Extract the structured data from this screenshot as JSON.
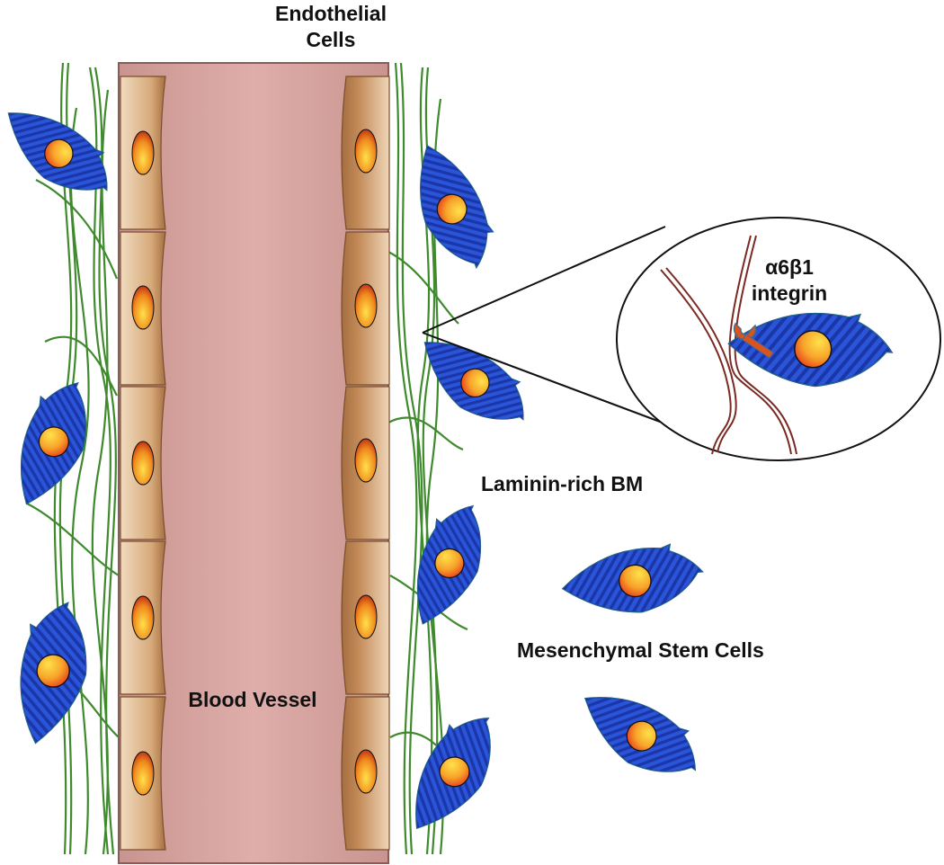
{
  "labels": {
    "endothelial_line1": "Endothelial",
    "endothelial_line2": "Cells",
    "integrin_line1": "α6β1",
    "integrin_line2": "integrin",
    "basement_membrane": "Laminin-rich BM",
    "msc": "Mesenchymal Stem Cells",
    "vessel": "Blood Vessel"
  },
  "colors": {
    "vessel_fill": "#dba8a4",
    "endothelial_light": "#e8c9a4",
    "endothelial_dark": "#b37a4c",
    "msc_body": "#2e57d6",
    "nucleus_inner": "#ffe14a",
    "nucleus_outer": "#e8391a",
    "laminin_fiber": "#3e8a2c",
    "zoom_fiber": "#7a2a22",
    "integrin": "#d9541e"
  }
}
